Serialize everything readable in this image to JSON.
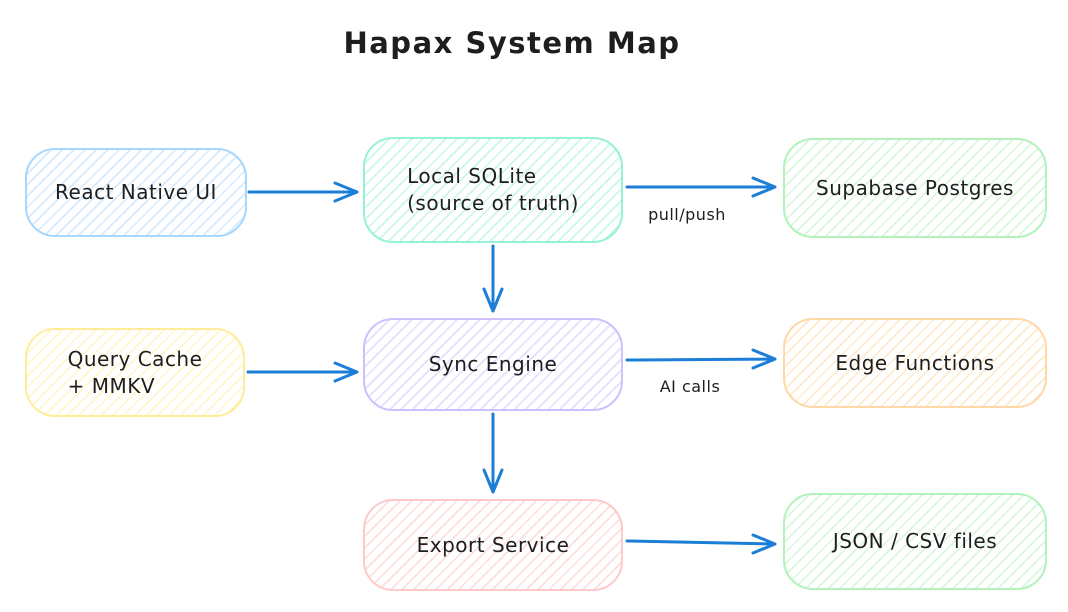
{
  "title": "Hapax System Map",
  "colors": {
    "ink": "#1e1e1e",
    "arrow": "#1c7ed6"
  },
  "nodes": {
    "react_native": {
      "label": "React Native UI",
      "border": "#a5d8ff",
      "hatch": "#d4eaff"
    },
    "local_sqlite": {
      "line1": "Local SQLite",
      "line2": "(source of truth)",
      "border": "#96f2d7",
      "hatch": "#c9f7e8"
    },
    "supabase_postgres": {
      "label": "Supabase Postgres",
      "border": "#b2f2bb",
      "hatch": "#d9f7dd"
    },
    "query_cache": {
      "line1": "Query Cache",
      "line2": "+ MMKV",
      "border": "#ffec99",
      "hatch": "#fff6cc"
    },
    "sync_engine": {
      "label": "Sync Engine",
      "border": "#d0bfff",
      "hatch": "#e6ddff"
    },
    "edge_functions": {
      "label": "Edge Functions",
      "border": "#ffd8a8",
      "hatch": "#ffeacc"
    },
    "export_service": {
      "label": "Export Service",
      "border": "#ffc9c9",
      "hatch": "#ffdede"
    },
    "json_csv_files": {
      "label": "JSON / CSV files",
      "border": "#b2f2bb",
      "hatch": "#d9f7dd"
    }
  },
  "edge_labels": {
    "pull_push": "pull/push",
    "ai_calls": "AI calls"
  }
}
